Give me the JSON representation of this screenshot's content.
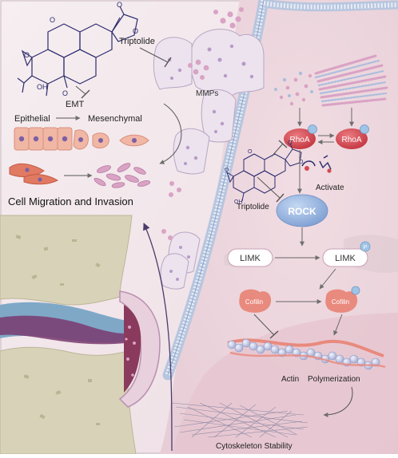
{
  "labels": {
    "triptolide_top": "Triptolide",
    "emt": "EMT",
    "epithelial": "Epithelial",
    "mesenchymal": "Mesenchymal",
    "cell_migration": "Cell Migration and Invasion",
    "mmps": "MMPs",
    "rhoa_left": "RhoA",
    "rhoa_right": "RhoA",
    "activate": "Activate",
    "triptolide_mid": "Triptolide",
    "rock": "ROCK",
    "limk_left": "LIMK",
    "limk_right": "LIMK",
    "phospho_limk": "P",
    "cofilin_left": "Cofilin",
    "cofilin_right": "Cofilin",
    "actin": "Actin",
    "polymerization": "Polymerization",
    "cytoskeleton": "Cytoskeleton Stability"
  },
  "colors": {
    "cell_bg": "#f2e6ea",
    "right_bg": "#eed9df",
    "membrane": "#c8d5e8",
    "protein_red": "#d04a55",
    "phosphate": "#9fc4e6",
    "rock_blue": "#8fb2e0",
    "arrow_gray": "#888888",
    "chemical": "#2d2d6e",
    "vesicle": "#d9a3c4",
    "joint_bone": "#d8d3b8",
    "cartilage_blue": "#7fa8c7",
    "inflamed": "#8a3a5c",
    "synovium": "#b98fb0"
  },
  "icons": {
    "rhoa": "red-oval-with-phosphate",
    "rock": "blue-oval",
    "limk": "white-pill",
    "cofilin": "red-blob",
    "actin": "twisted-bead-filament",
    "joint": "knee-joint-cross-section",
    "mmp": "pink-dot-cluster"
  }
}
